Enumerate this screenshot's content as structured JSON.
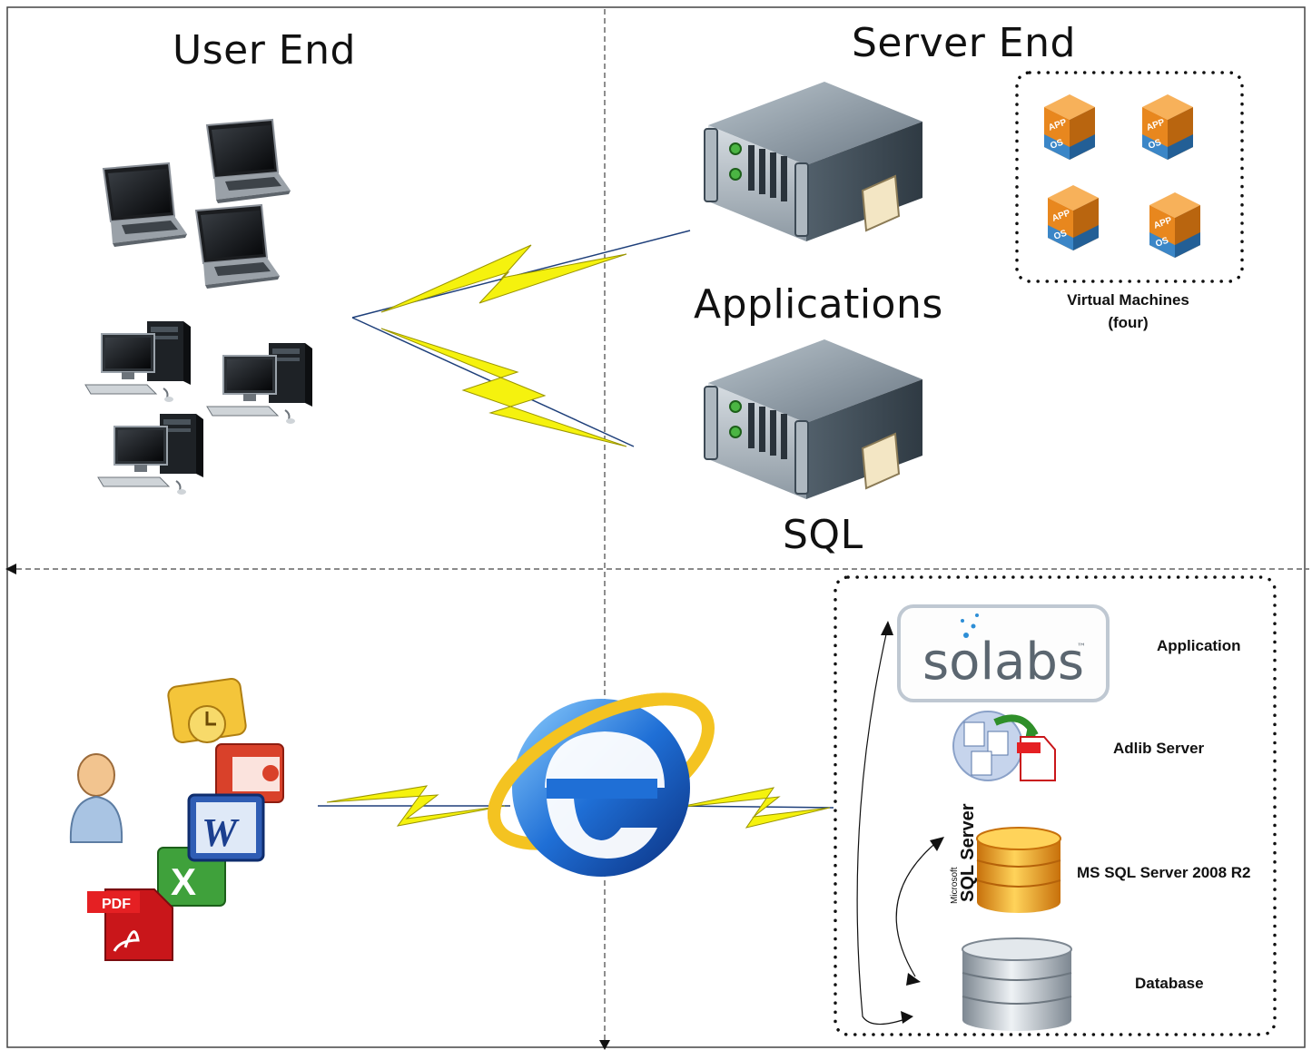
{
  "labels": {
    "user_end": "User End",
    "server_end": "Server End",
    "applications": "Applications",
    "sql": "SQL",
    "virtual_machines": "Virtual Machines",
    "vm_count": "(four)",
    "application": "Application",
    "adlib_server": "Adlib Server",
    "ms_sql_server": "MS SQL Server 2008 R2",
    "database": "Database"
  },
  "vm_icon": {
    "top_text": "APP",
    "bottom_text": "OS",
    "count": 4
  },
  "logos": {
    "solabs": "solabs",
    "solabs_tm": "™",
    "sql_brand_small": "Microsoft",
    "sql_brand_big": "SQL Server",
    "pdf_text": "PDF"
  },
  "icons": [
    "laptop-icon",
    "desktop-computer-icon",
    "rack-server-icon",
    "virtual-machine-icon",
    "user-icon",
    "outlook-icon",
    "powerpoint-icon",
    "word-icon",
    "excel-icon",
    "pdf-icon",
    "internet-explorer-icon",
    "adlib-convert-icon",
    "sql-server-db-icon",
    "database-icon"
  ],
  "colors": {
    "bolt": "#f5f20e",
    "server_body": "#5a6772",
    "vm_orange": "#e8871e",
    "vm_blue": "#3b86c7",
    "ie_blue": "#1f6fd6",
    "db_gold": "#f3a41a"
  }
}
